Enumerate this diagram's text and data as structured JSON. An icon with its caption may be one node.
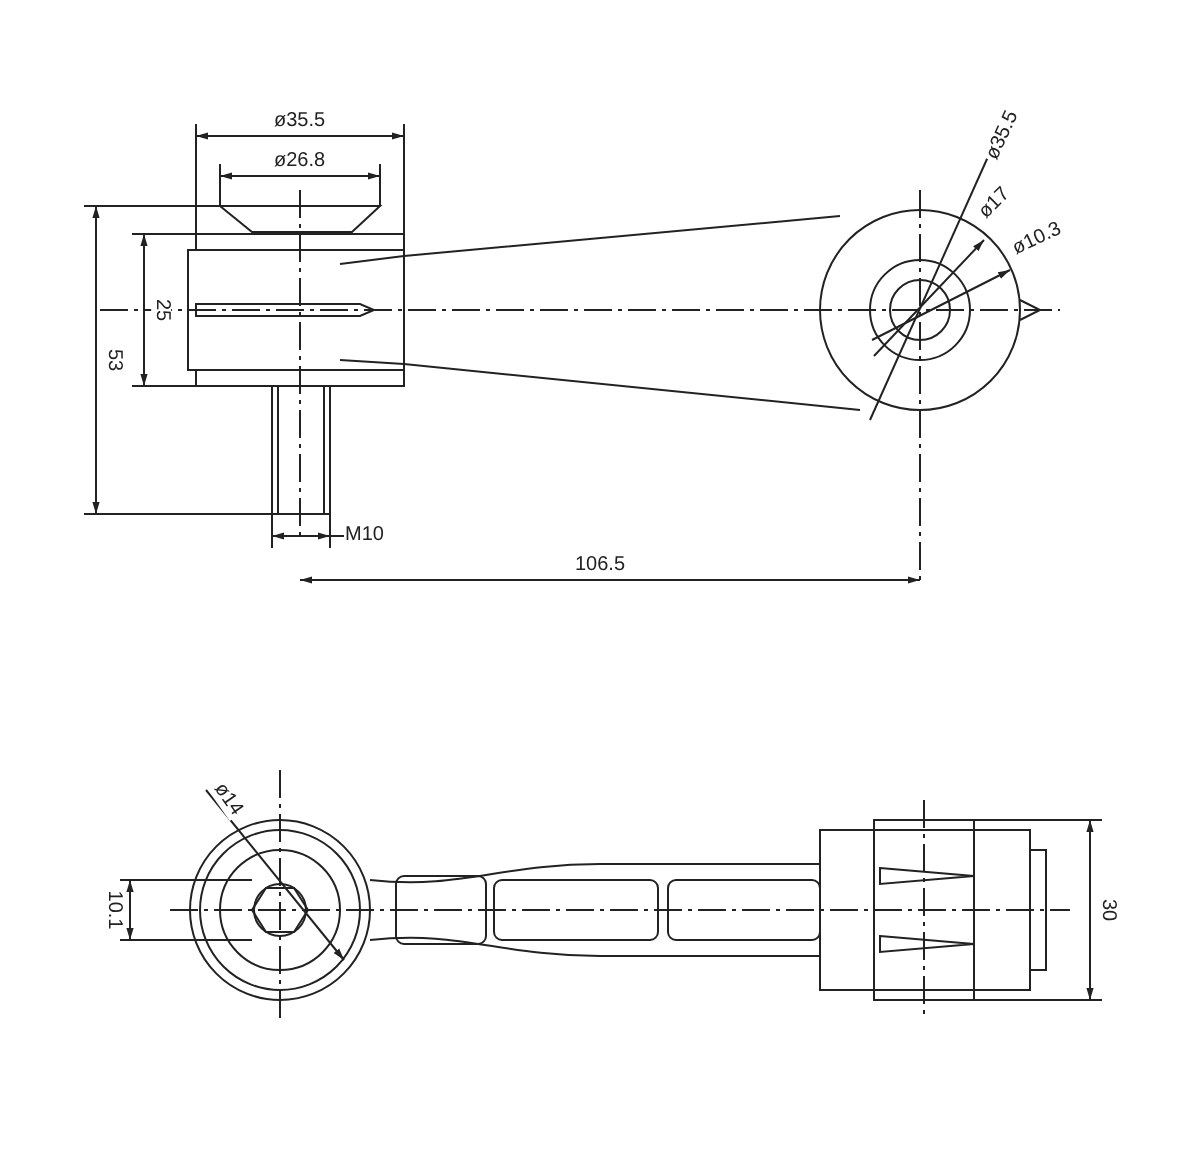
{
  "diagram": {
    "labels": [
      "ø35.5",
      "ø26.8",
      "25",
      "53",
      "ø35.5",
      "ø17",
      "ø10.3",
      "M10",
      "106.5",
      "ø14",
      "10.1",
      "30"
    ]
  }
}
